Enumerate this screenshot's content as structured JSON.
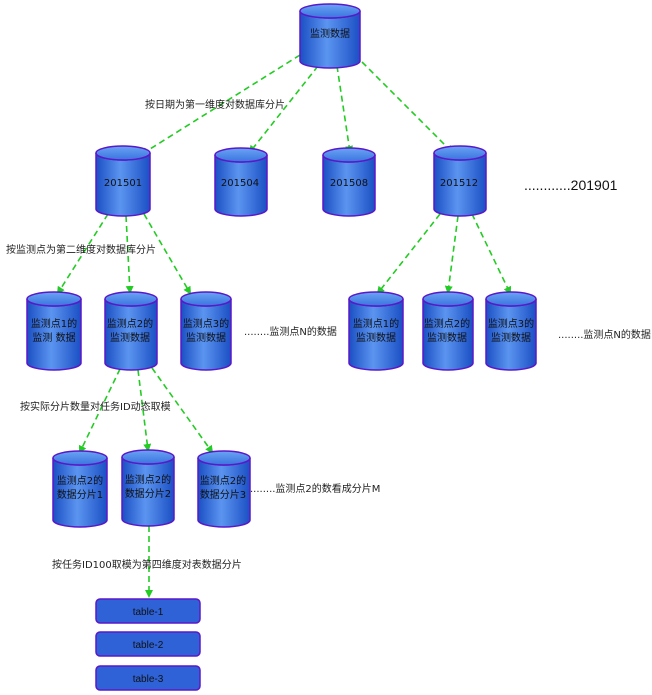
{
  "colors": {
    "node_fill_light": "#4a86e8",
    "node_fill_dark": "#1b4fc4",
    "node_stroke": "#5a18c8",
    "arrow": "#22cc22",
    "table_fill": "#2e62d6"
  },
  "nodes": {
    "root": "监测数据",
    "d201501": "201501",
    "d201504": "201504",
    "d201508": "201508",
    "d201512": "201512",
    "more_dates": "............201901",
    "s1_line1": "监测点1的",
    "s1_line2": "监测 数据",
    "s2_line1": "监测点2的",
    "s2_line2": "监测数据",
    "s3_line1": "监测点3的",
    "s3_line2": "监测数据",
    "more_stations": "........监测点N的数据",
    "r1_line1": "监测点1的",
    "r1_line2": "监测数据",
    "r2_line1": "监测点2的",
    "r2_line2": "监测数据",
    "r3_line1": "监测点3的",
    "r3_line2": "监测数据",
    "more_stations_right": "........监测点N的数据",
    "p1_line1": "监测点2的",
    "p1_line2": "数据分片1",
    "p2_line1": "监测点2的",
    "p2_line2": "数据分片2",
    "p3_line1": "监测点2的",
    "p3_line2": "数据分片3",
    "more_shards": "........监测点2的数看成分片M",
    "table1": "table-1",
    "table2": "table-2",
    "table3": "table-3"
  },
  "labels": {
    "level1": "按日期为第一维度对数据库分片",
    "level2": "按监测点为第二维度对数据库分片",
    "level3": "按实际分片数量对任务ID动态取模",
    "level4": "按任务ID100取模为第四维度对表数据分片"
  }
}
